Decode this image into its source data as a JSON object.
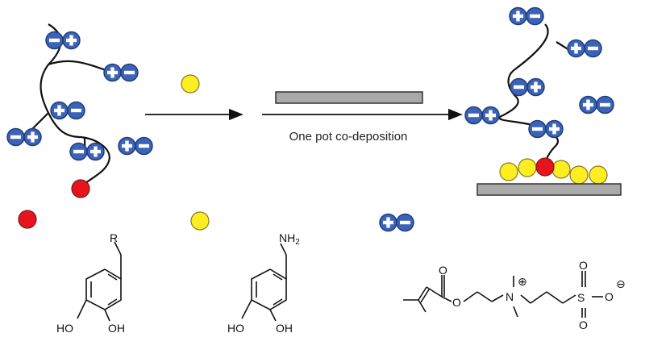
{
  "process": {
    "caption": "One pot co-deposition"
  },
  "legend": {
    "red_particle_color": "#e8141c",
    "yellow_particle_color": "#fcee21",
    "zwitterion_unit": {
      "fill": "#3d63b8",
      "stroke": "#1f3f7a",
      "symbols": [
        "−",
        "+"
      ]
    }
  },
  "structures": {
    "catechol_generic": {
      "substituent": "R",
      "hydroxyl_left": "HO",
      "hydroxyl_right": "OH"
    },
    "dopamine": {
      "amine": "NH",
      "amine_subscript": "2",
      "hydroxyl_left": "HO",
      "hydroxyl_right": "OH"
    },
    "sbma": {
      "carbonyl_oxygen": "O",
      "ester_oxygen": "O",
      "nitrogen": "N",
      "cation": "⊕",
      "sulfur": "S",
      "sulfonyl_top": "O",
      "sulfonyl_bottom": "O",
      "oxide": "O",
      "anion": "⊖"
    }
  },
  "colors": {
    "substrate_fill": "#a9a9a9",
    "substrate_stroke": "#333333",
    "chain": "#111111",
    "arrow": "#111111"
  }
}
